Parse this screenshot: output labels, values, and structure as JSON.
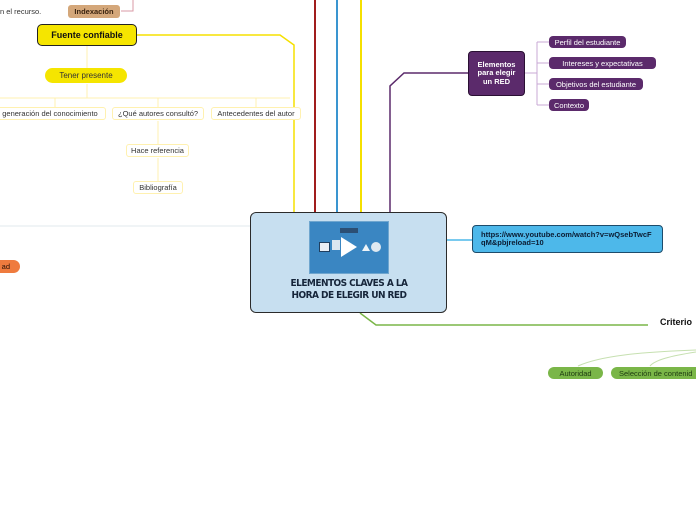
{
  "central": {
    "title": "ELEMENTOS CLAVES A LA HORA DE ELEGIR UN RED",
    "bg": "#c7dff0",
    "border": "#2b2b2b"
  },
  "video_link": {
    "text": "https://www.youtube.com/watch?v=wQsebTwcFqM&pbjreload=10",
    "bg": "#4db8ea"
  },
  "elementos": {
    "label": "Elementos para elegir un RED",
    "bg": "#5b2a6b",
    "children": [
      "Perfil del estudiante",
      "Intereses y expectativas",
      "Objetivos del estudiante",
      "Contexto"
    ]
  },
  "fuente": {
    "label": "Fuente confiable",
    "bg": "#f5e500",
    "tener_presente": "Tener presente",
    "sub": [
      "generación del conocimiento",
      "¿Qué autores consultó?",
      "Antecedentes del autor"
    ],
    "hace_referencia": "Hace referencia",
    "bibliografia": "Bibliografía"
  },
  "indexacion": {
    "label": "Indexación",
    "bg": "#d4a77a",
    "prev_text": "n el recurso."
  },
  "left_orange": {
    "label": "ad",
    "bg": "#ef7b3e"
  },
  "criterios": {
    "label": "Criterio",
    "children": [
      "Autoridad",
      "Selección de contenid"
    ]
  },
  "colors": {
    "red_line": "#a01d1d",
    "blue_line": "#3a95d0",
    "yellow_line": "#f5e000",
    "purple_line": "#5b2a6b",
    "green_line": "#7ab648"
  }
}
